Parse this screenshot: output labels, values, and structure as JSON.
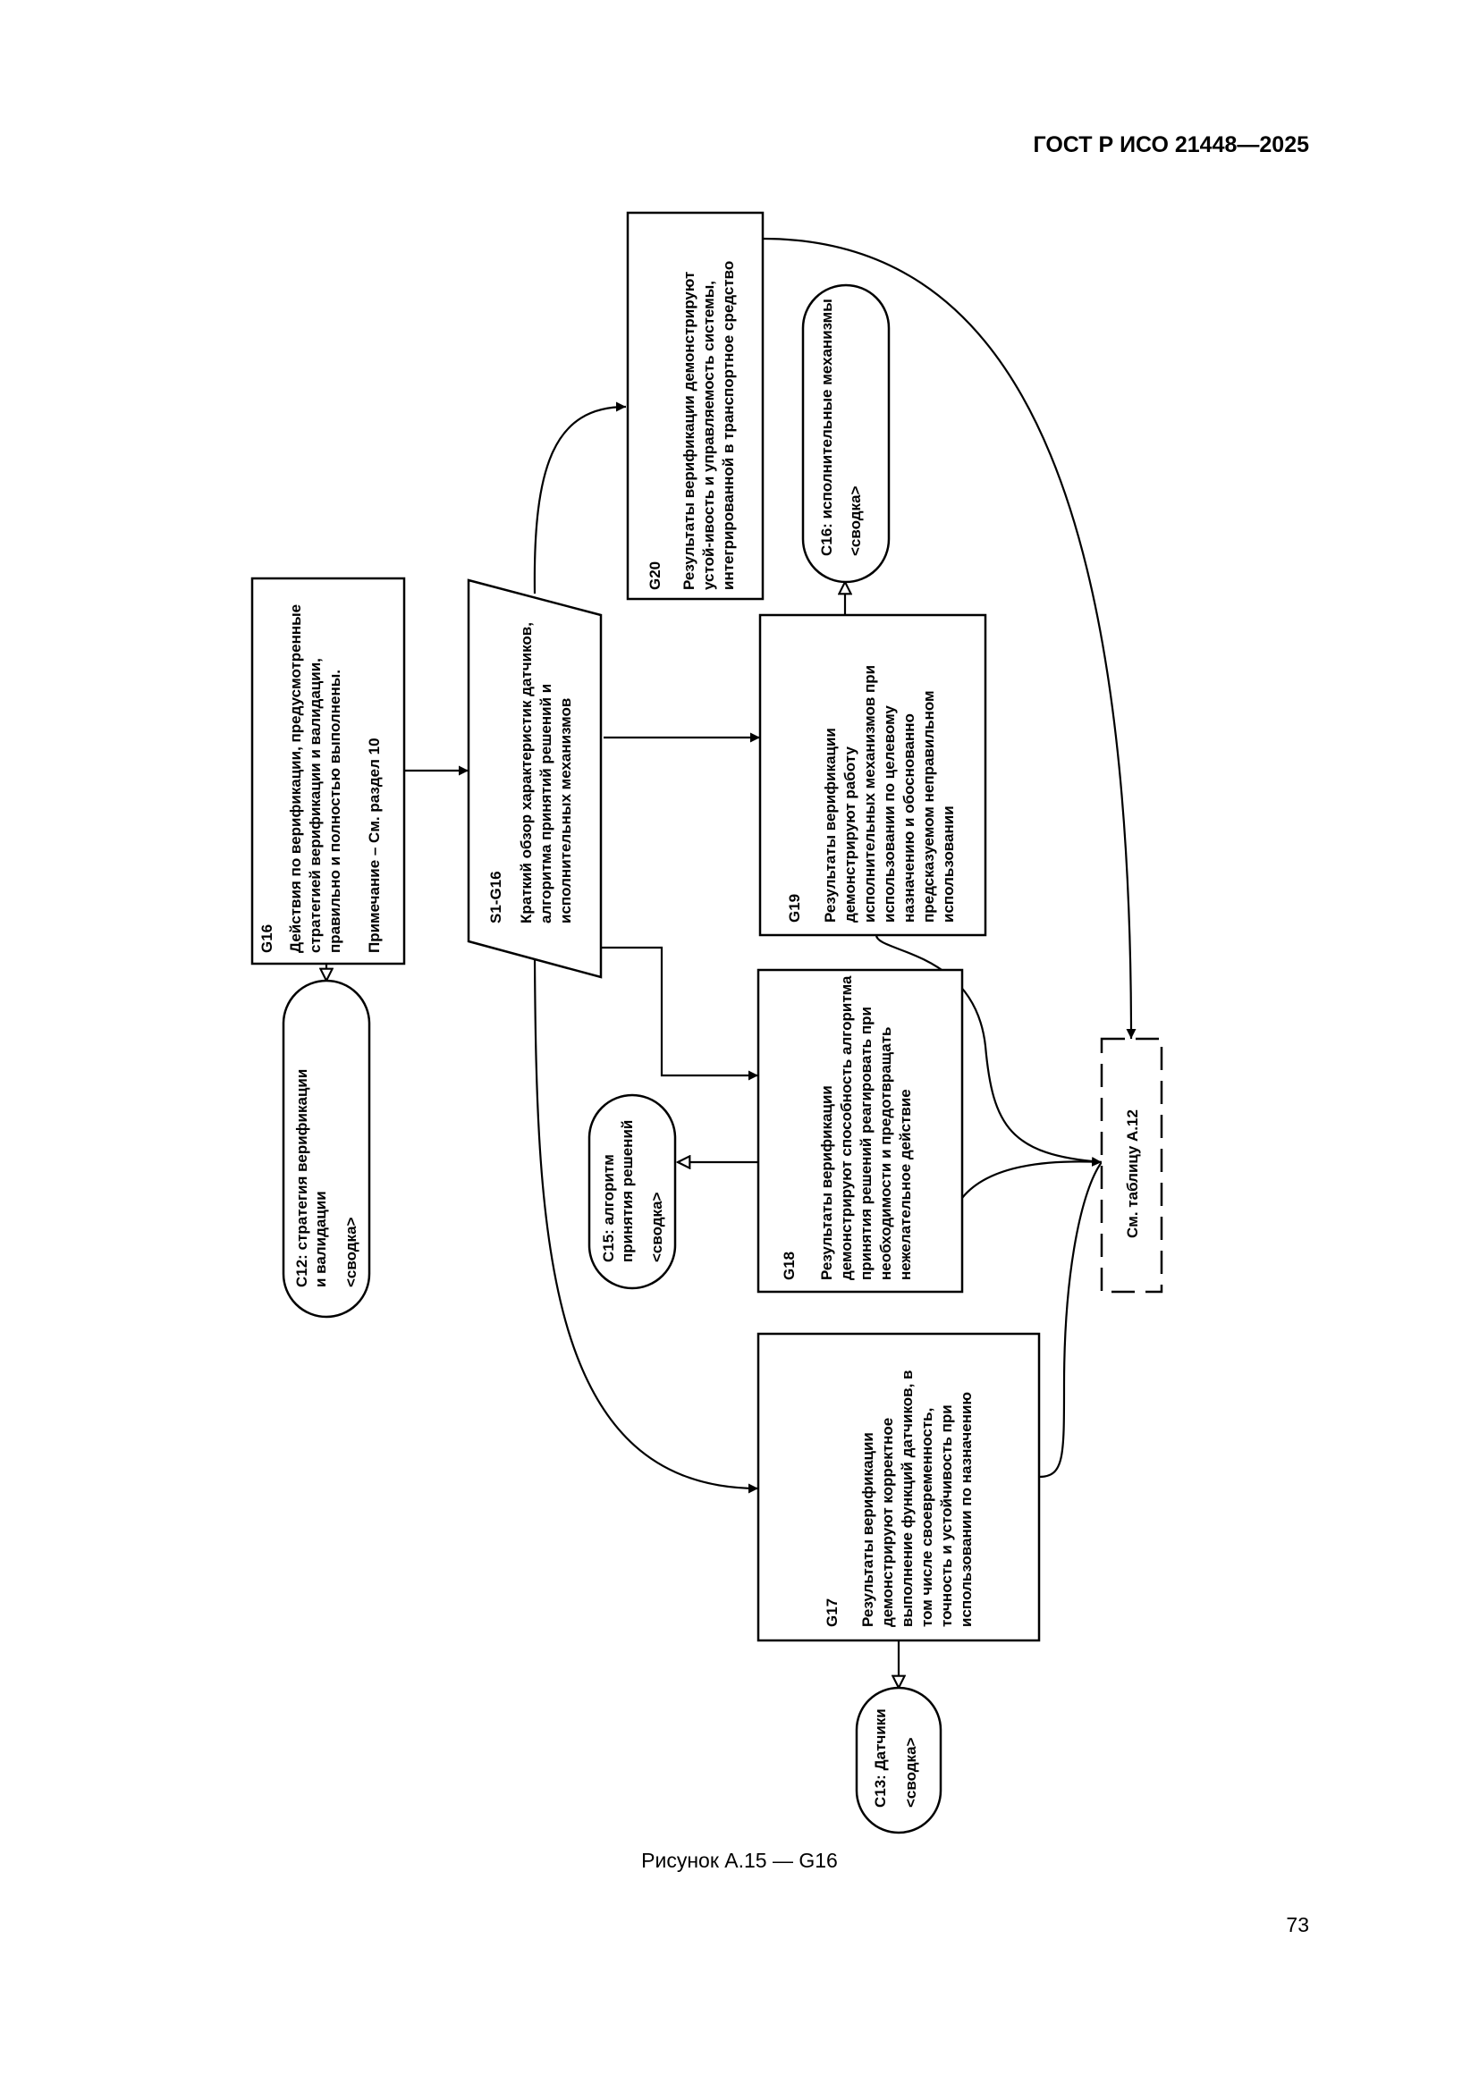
{
  "header": {
    "standard": "ГОСТ Р ИСО 21448—2025"
  },
  "figure": {
    "caption": "Рисунок А.15 — G16"
  },
  "page": {
    "number": "73"
  },
  "nodes": {
    "g16": {
      "id": "G16",
      "lines": [
        "Действия по верификации, предусмотренные",
        "стратегией верификации и валидации,",
        "правильно и полностью выполнены."
      ],
      "note": "Примечание – См. раздел 10"
    },
    "s1": {
      "id": "S1-G16",
      "lines": [
        "Краткий обзор характеристик датчиков,",
        "алгоритма принятий решений и",
        "исполнительных механизмов"
      ]
    },
    "g17": {
      "id": "G17",
      "lines": [
        "Результаты верификации",
        "демонстрируют корректное",
        "выполнение функций датчиков, в",
        "том числе своевременность,",
        "точность и устойчивость при",
        "использовании по назначению"
      ]
    },
    "g18": {
      "id": "G18",
      "lines": [
        "Результаты верификации",
        "демонстрируют способность алгоритма",
        "принятия решений реагировать при",
        "необходимости и предотвращать",
        "нежелательное действие"
      ]
    },
    "g19": {
      "id": "G19",
      "lines": [
        "Результаты верификации",
        "демонстрируют работу",
        "исполнительных механизмов при",
        "использовании по целевому",
        "назначению и обоснованно",
        "предсказуемом неправильном",
        "использовании"
      ]
    },
    "g20": {
      "id": "G20",
      "lines": [
        "Результаты верификации демонстрируют",
        "устой-ивость и управляемость системы,",
        "интегрированной в транспортное средство"
      ]
    },
    "c12": {
      "lines": [
        "C12: стратегия верификации",
        "и валидации",
        "<сводка>"
      ]
    },
    "c13": {
      "lines": [
        "C13: Датчики",
        "<сводка>"
      ]
    },
    "c15": {
      "lines": [
        "C15: алгоритм",
        "принятия решений",
        "<сводка>"
      ]
    },
    "c16": {
      "lines": [
        "C16: исполнительные механизмы",
        "<сводка>"
      ]
    },
    "ref": {
      "label": "См. таблицу А.12"
    }
  }
}
